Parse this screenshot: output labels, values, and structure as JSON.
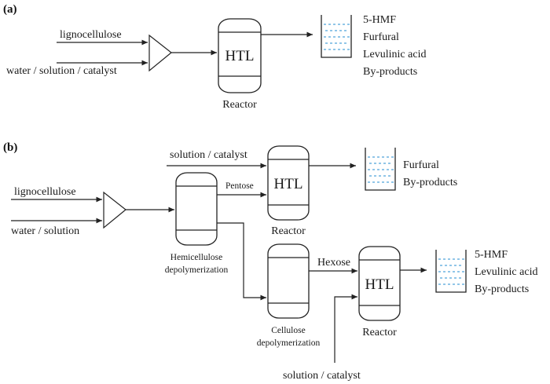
{
  "panels": {
    "a": {
      "label": "(a)",
      "inputs": [
        "lignocellulose",
        "water / solution / catalyst"
      ],
      "reactor_text": "HTL",
      "reactor_caption": "Reactor",
      "products": [
        "5-HMF",
        "Furfural",
        "Levulinic acid",
        "By-products"
      ]
    },
    "b": {
      "label": "(b)",
      "inputs": [
        "lignocellulose",
        "water / solution"
      ],
      "hemi_caption": [
        "Hemicellulose",
        "depolymerization"
      ],
      "cell_caption": [
        "Cellulose",
        "depolymerization"
      ],
      "top_feed": "solution / catalyst",
      "pentose": "Pentose",
      "top_reactor_text": "HTL",
      "top_reactor_caption": "Reactor",
      "top_products": [
        "Furfural",
        "By-products"
      ],
      "hexose": "Hexose",
      "bottom_reactor_text": "HTL",
      "bottom_reactor_caption": "Reactor",
      "bottom_feed": "solution / catalyst",
      "bottom_products": [
        "5-HMF",
        "Levulinic acid",
        "By-products"
      ]
    }
  },
  "colors": {
    "line": "#222222",
    "water": "#4fa3d9"
  }
}
